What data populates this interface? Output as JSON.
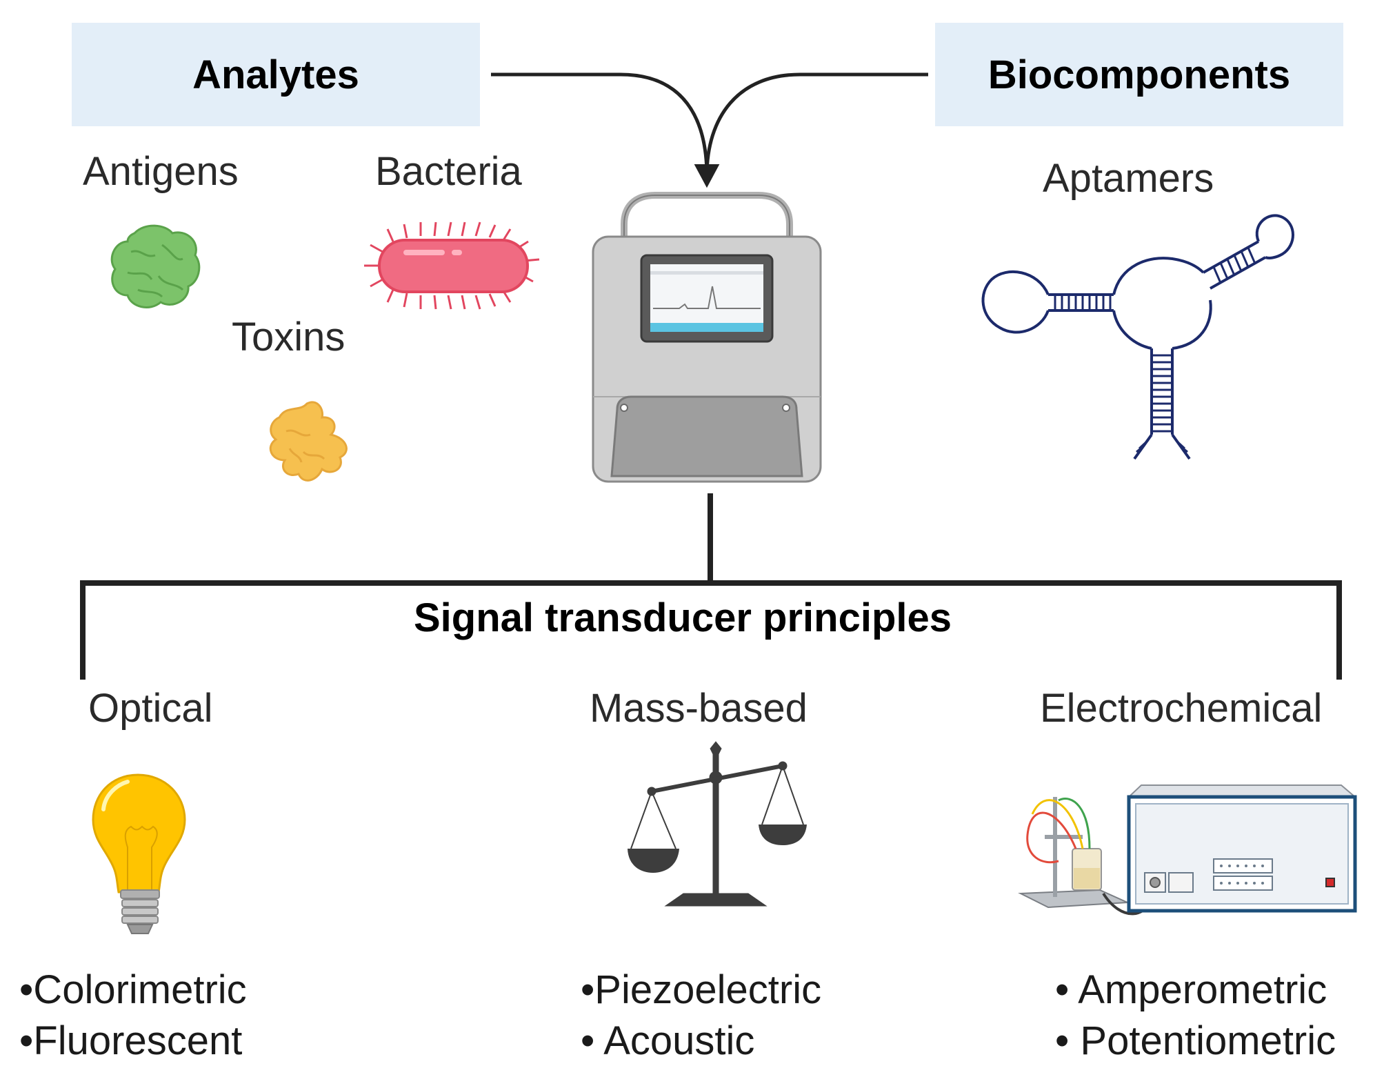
{
  "top": {
    "analytes_header": "Analytes",
    "biocomponents_header": "Biocomponents"
  },
  "analytes": {
    "antigens": "Antigens",
    "bacteria": "Bacteria",
    "toxins": "Toxins"
  },
  "biocomponents": {
    "aptamers": "Aptamers"
  },
  "transducer": {
    "title": "Signal transducer principles",
    "optical": {
      "label": "Optical",
      "items": [
        "•Colorimetric",
        "•Fluorescent"
      ]
    },
    "mass": {
      "label": "Mass-based",
      "items": [
        "•Piezoelectric",
        "• Acoustic"
      ]
    },
    "electrochemical": {
      "label": "Electrochemical",
      "items": [
        "• Amperometric",
        "• Potentiometric"
      ]
    }
  },
  "colors": {
    "header_bg": "#e3eef8",
    "antigen_green": "#7cc36a",
    "bacteria_pink": "#f06b82",
    "toxin_yellow": "#f6c04f",
    "aptamer_navy": "#1c2a6b",
    "bulb_yellow": "#ffc400"
  }
}
